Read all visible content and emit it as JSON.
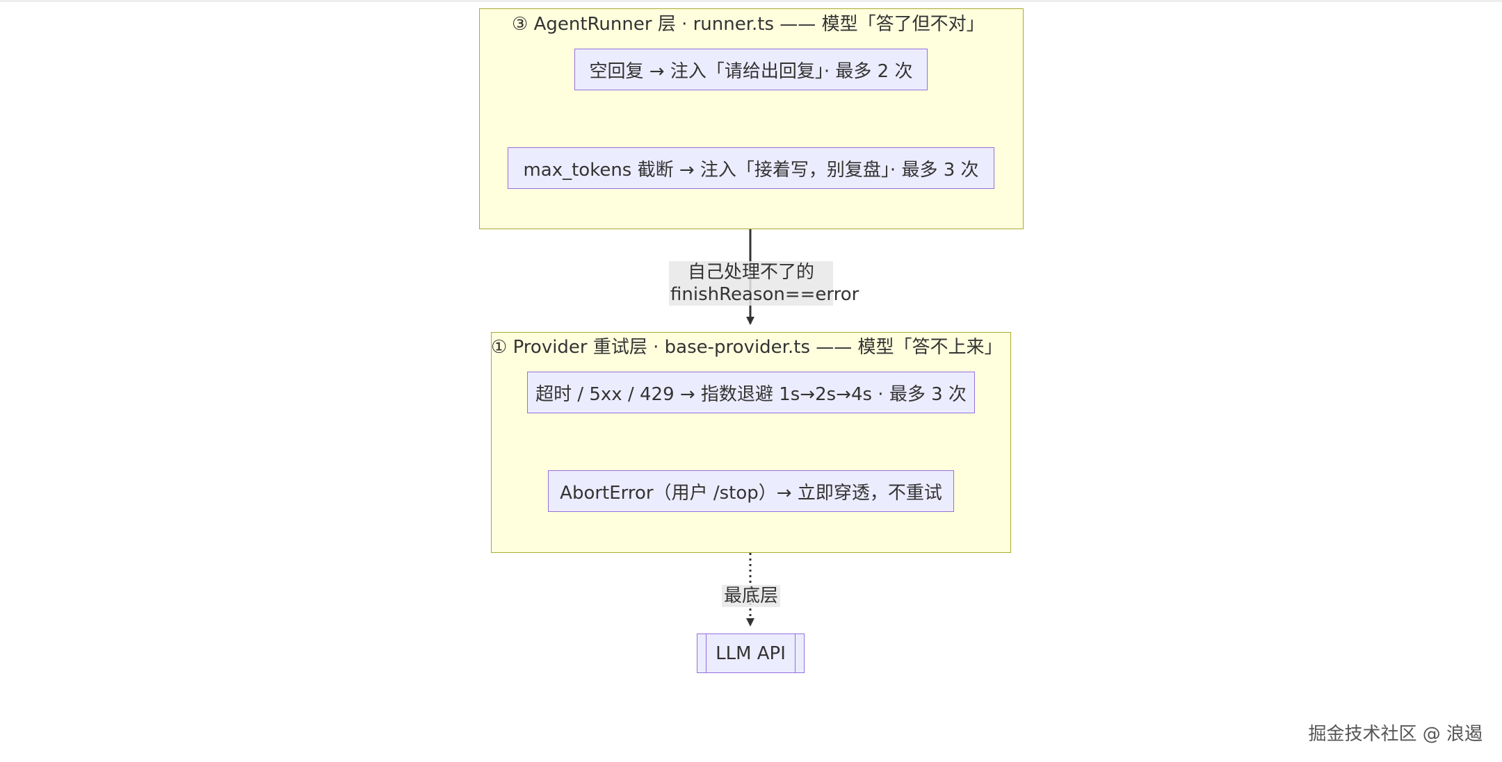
{
  "clusters": {
    "runner": {
      "title": "③ AgentRunner 层 · runner.ts —— 模型「答了但不对」",
      "nodes": [
        "空回复 → 注入「请给出回复」· 最多 2 次",
        "max_tokens 截断 → 注入「接着写，别复盘」· 最多 3 次"
      ]
    },
    "provider": {
      "title": "① Provider 重试层 · base-provider.ts —— 模型「答不上来」",
      "nodes": [
        "超时 / 5xx / 429 → 指数退避 1s→2s→4s · 最多 3 次",
        "AbortError（用户 /stop）→ 立即穿透，不重试"
      ]
    }
  },
  "edges": {
    "runner_to_provider": {
      "label_line1": "自己处理不了的",
      "label_line2": "finishReason==error"
    },
    "provider_to_llm": {
      "label": "最底层"
    }
  },
  "llm_node": {
    "label": "LLM API"
  },
  "watermark": "掘金技术社区 @ 浪遏",
  "colors": {
    "cluster_fill": "#ffffde",
    "cluster_border": "#aaaa33",
    "node_fill": "#ececff",
    "node_border": "#9370db",
    "edge": "#333333"
  }
}
